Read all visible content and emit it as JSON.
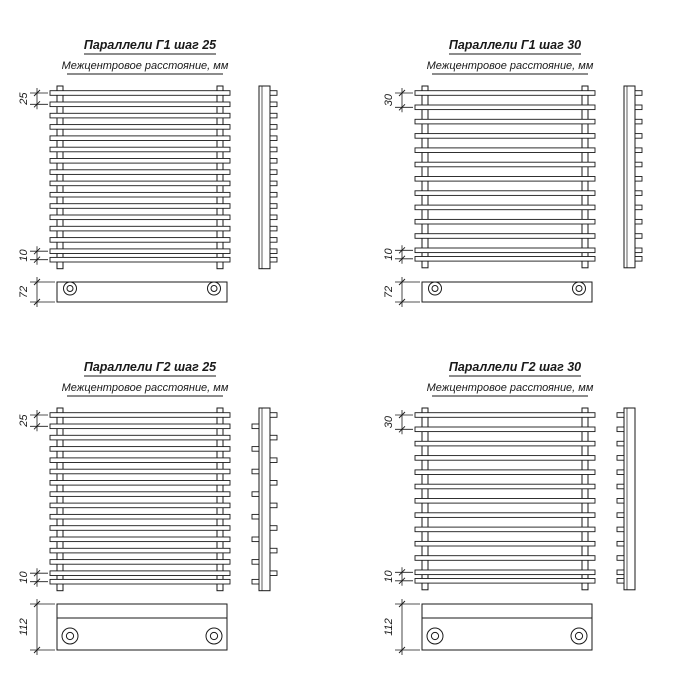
{
  "colors": {
    "background": "#ffffff",
    "line": "#1a1a1a"
  },
  "panels": [
    {
      "id": "g1-step25",
      "col": 0,
      "row": 0,
      "title": "Параллели Г1 шаг 25",
      "subtitle": "Межцентровое расстояние, мм",
      "dim_step": "25",
      "dim_gap": "10",
      "dim_base": "72",
      "bars_main": 15,
      "bar_spacing": 11.3,
      "teeth": "right",
      "base": "single"
    },
    {
      "id": "g1-step30",
      "col": 1,
      "row": 0,
      "title": "Параллели Г1 шаг 30",
      "subtitle": "Межцентровое расстояние, мм",
      "dim_step": "30",
      "dim_gap": "10",
      "dim_base": "72",
      "bars_main": 12,
      "bar_spacing": 14.3,
      "teeth": "right",
      "base": "single"
    },
    {
      "id": "g2-step25",
      "col": 0,
      "row": 1,
      "title": "Параллели Г2 шаг 25",
      "subtitle": "Межцентровое расстояние, мм",
      "dim_step": "25",
      "dim_gap": "10",
      "dim_base": "112",
      "bars_main": 15,
      "bar_spacing": 11.3,
      "teeth": "both",
      "base": "double"
    },
    {
      "id": "g2-step30",
      "col": 1,
      "row": 1,
      "title": "Параллели Г2 шаг 30",
      "subtitle": "Межцентровое расстояние, мм",
      "dim_step": "30",
      "dim_gap": "10",
      "dim_base": "112",
      "bars_main": 12,
      "bar_spacing": 14.3,
      "teeth": "left",
      "base": "double"
    }
  ]
}
